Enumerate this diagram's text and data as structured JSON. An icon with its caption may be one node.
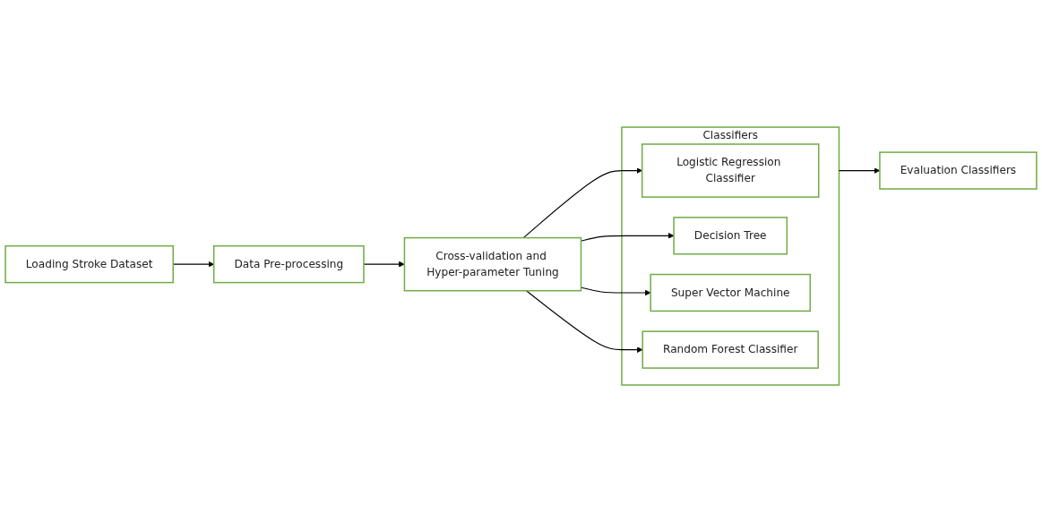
{
  "diagram": {
    "nodes": [
      {
        "text": [
          "Loading Stroke Dataset"
        ]
      },
      {
        "text": [
          "Data Pre-processing"
        ]
      },
      {
        "text": [
          "Cross-validation and Hyper-parameter Tuning"
        ]
      },
      {
        "text": [
          "Classifiers"
        ]
      },
      {
        "text": [
          "Logistic Regression Classifier"
        ],
        "in": 3
      },
      {
        "text": [
          "Decision Tree"
        ],
        "in": 3
      },
      {
        "text": [
          "Super Vector Machine"
        ],
        "in": 3
      },
      {
        "text": [
          "Random Forest Classifier"
        ],
        "in": 3
      },
      {
        "text": [
          "Evaluation Classifiers"
        ]
      }
    ],
    "edges": [
      {
        "from": 0,
        "to": 1,
        "arrow": "to"
      },
      {
        "from": 1,
        "to": 2,
        "arrow": "to"
      },
      {
        "from": 2,
        "to": 4,
        "arrow": "to"
      },
      {
        "from": 2,
        "to": 5,
        "arrow": "to"
      },
      {
        "from": 2,
        "to": 6,
        "arrow": "to"
      },
      {
        "from": 2,
        "to": 7,
        "arrow": "to"
      },
      {
        "from": 3,
        "to": 8,
        "arrow": "to"
      }
    ]
  }
}
